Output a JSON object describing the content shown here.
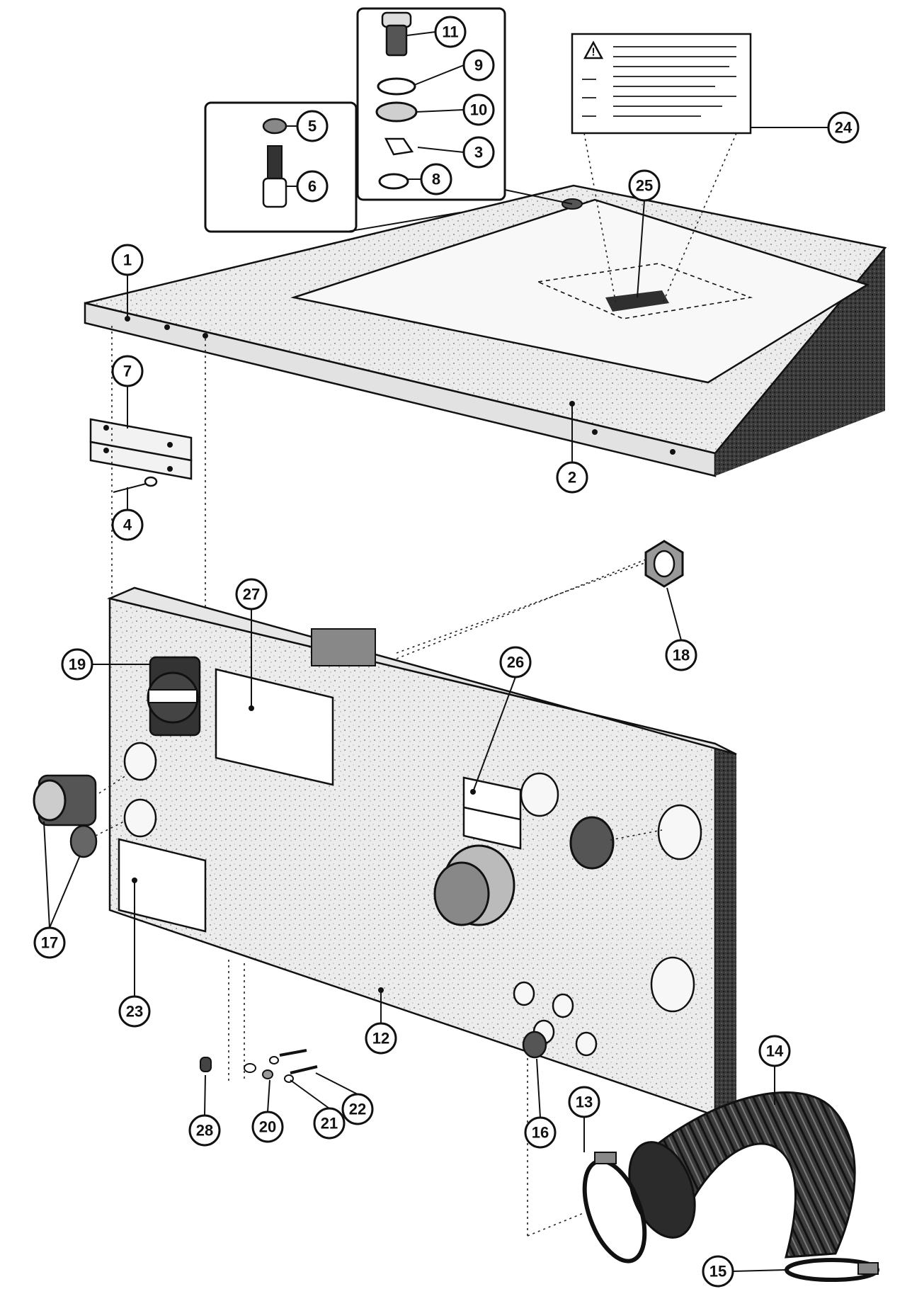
{
  "diagram": {
    "warning_symbol": "!",
    "callouts": [
      {
        "id": "1",
        "label": "1"
      },
      {
        "id": "2",
        "label": "2"
      },
      {
        "id": "3",
        "label": "3"
      },
      {
        "id": "4",
        "label": "4"
      },
      {
        "id": "5",
        "label": "5"
      },
      {
        "id": "6",
        "label": "6"
      },
      {
        "id": "7",
        "label": "7"
      },
      {
        "id": "8",
        "label": "8"
      },
      {
        "id": "9",
        "label": "9"
      },
      {
        "id": "10",
        "label": "10"
      },
      {
        "id": "11",
        "label": "11"
      },
      {
        "id": "12",
        "label": "12"
      },
      {
        "id": "13",
        "label": "13"
      },
      {
        "id": "14",
        "label": "14"
      },
      {
        "id": "15",
        "label": "15"
      },
      {
        "id": "16",
        "label": "16"
      },
      {
        "id": "17",
        "label": "17"
      },
      {
        "id": "18",
        "label": "18"
      },
      {
        "id": "19",
        "label": "19"
      },
      {
        "id": "20",
        "label": "20"
      },
      {
        "id": "21",
        "label": "21"
      },
      {
        "id": "22",
        "label": "22"
      },
      {
        "id": "23",
        "label": "23"
      },
      {
        "id": "24",
        "label": "24"
      },
      {
        "id": "25",
        "label": "25"
      },
      {
        "id": "26",
        "label": "26"
      },
      {
        "id": "27",
        "label": "27"
      },
      {
        "id": "28",
        "label": "28"
      }
    ]
  }
}
